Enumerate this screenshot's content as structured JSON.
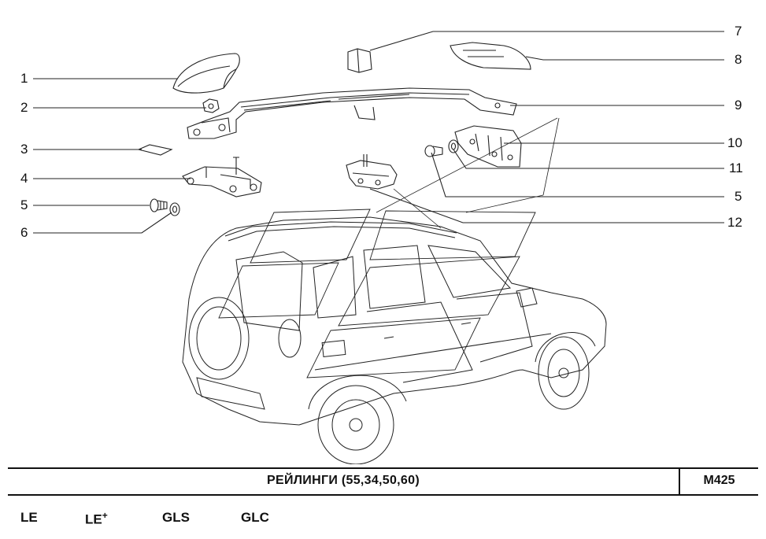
{
  "callouts": [
    "1",
    "2",
    "3",
    "4",
    "5",
    "6",
    "7",
    "8",
    "9",
    "10",
    "11",
    "5",
    "12"
  ],
  "title": "РЕЙЛИНГИ (55,34,50,60)",
  "code": "M425",
  "trims": [
    "LE",
    "LE",
    "+",
    "GLS",
    "GLC"
  ]
}
